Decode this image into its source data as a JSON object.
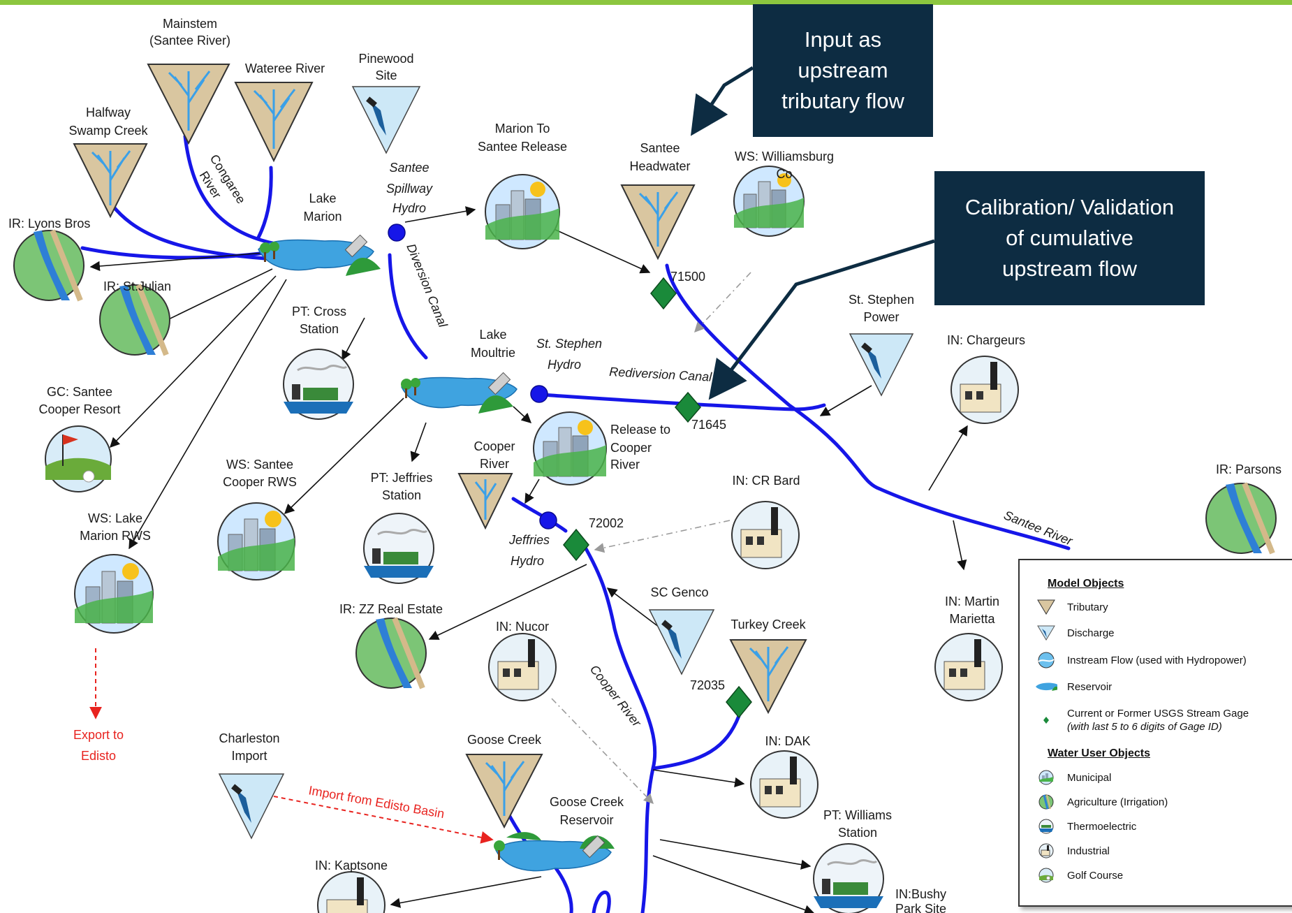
{
  "header": {
    "bar_color": "#8cc63f"
  },
  "callouts": {
    "input": {
      "line1": "Input as",
      "line2": "upstream",
      "line3": "tributary flow"
    },
    "calibration": {
      "line1": "Calibration/ Validation",
      "line2": "of cumulative",
      "line3": "upstream flow"
    }
  },
  "nodes": {
    "mainstem": {
      "line1": "Mainstem",
      "line2": "(Santee River)"
    },
    "wateree": {
      "label": "Wateree River"
    },
    "pinewood": {
      "line1": "Pinewood",
      "line2": "Site"
    },
    "halfway": {
      "line1": "Halfway",
      "line2": "Swamp Creek"
    },
    "lyons": {
      "label": "IR: Lyons Bros"
    },
    "stjulian": {
      "label": "IR: St.Julian"
    },
    "lake_marion": {
      "line1": "Lake",
      "line2": "Marion"
    },
    "spillway": {
      "line1": "Santee",
      "line2": "Spillway",
      "line3": "Hydro"
    },
    "marion_release": {
      "line1": "Marion To",
      "line2": "Santee Release"
    },
    "santee_headwater": {
      "line1": "Santee",
      "line2": "Headwater"
    },
    "ws_williamsburg": {
      "line1": "WS: Williamsburg",
      "line2": "Co"
    },
    "pt_cross": {
      "line1": "PT: Cross",
      "line2": "Station"
    },
    "gc_santee": {
      "line1": "GC: Santee",
      "line2": "Cooper Resort"
    },
    "lake_moultrie": {
      "line1": "Lake",
      "line2": "Moultrie"
    },
    "ststephen_hydro": {
      "line1": "St. Stephen",
      "line2": "Hydro"
    },
    "ststephen_power": {
      "line1": "St. Stephen",
      "line2": "Power"
    },
    "in_chargeurs": {
      "label": "IN: Chargeurs"
    },
    "release_cooper": {
      "line1": "Release to",
      "line2": "Cooper",
      "line3": "River"
    },
    "ws_santee_cooper": {
      "line1": "WS: Santee",
      "line2": "Cooper RWS"
    },
    "pt_jeffries": {
      "line1": "PT: Jeffries",
      "line2": "Station"
    },
    "cooper_river": {
      "line1": "Cooper",
      "line2": "River"
    },
    "jeffries_hydro": {
      "line1": "Jeffries",
      "line2": "Hydro"
    },
    "in_crbard": {
      "label": "IN: CR Bard"
    },
    "ir_parsons": {
      "label": "IR: Parsons"
    },
    "ws_lake_marion": {
      "line1": "WS: Lake",
      "line2": "Marion RWS"
    },
    "ir_zz": {
      "label": "IR: ZZ Real Estate"
    },
    "sc_genco": {
      "label": "SC Genco"
    },
    "turkey_creek": {
      "label": "Turkey Creek"
    },
    "in_nucor": {
      "label": "IN: Nucor"
    },
    "in_martin": {
      "line1": "IN: Martin",
      "line2": "Marietta"
    },
    "export_edisto": {
      "line1": "Export to",
      "line2": "Edisto"
    },
    "charleston_import": {
      "line1": "Charleston",
      "line2": "Import"
    },
    "goose_creek": {
      "label": "Goose Creek"
    },
    "goose_reservoir": {
      "line1": "Goose Creek",
      "line2": "Reservoir"
    },
    "in_dak": {
      "label": "IN: DAK"
    },
    "pt_williams": {
      "line1": "PT: Williams",
      "line2": "Station"
    },
    "in_kaptsone": {
      "label": "IN: Kaptsone"
    },
    "in_bushy": {
      "line1": "IN:Bushy",
      "line2": "Park Site"
    }
  },
  "channels": {
    "congaree": {
      "line1": "Congaree",
      "line2": "River"
    },
    "diversion": {
      "label": "Diversion Canal"
    },
    "rediversion": {
      "label": "Rediversion Canal"
    },
    "santee_river": {
      "label": "Santee River"
    },
    "cooper_river": {
      "label": "Cooper River"
    },
    "import_edisto": {
      "label": "Import from Edisto Basin"
    }
  },
  "gages": {
    "g71500": "71500",
    "g71645": "71645",
    "g72002": "72002",
    "g72035": "72035"
  },
  "legend": {
    "model_header": "Model Objects",
    "tributary": "Tributary",
    "discharge": "Discharge",
    "instream": "Instream Flow (used with Hydropower)",
    "reservoir": "Reservoir",
    "gage_line1": "Current or Former USGS Stream Gage",
    "gage_line2": "(with last 5 to 6 digits of Gage ID)",
    "user_header": "Water User Objects",
    "municipal": "Municipal",
    "agriculture": "Agriculture (Irrigation)",
    "thermo": "Thermoelectric",
    "industrial": "Industrial",
    "golf": "Golf Course"
  },
  "colors": {
    "river": "#1616e8",
    "callout_bg": "#0d2c42",
    "gage": "#1a8a3a",
    "tributary_fill": "#d9c6a0",
    "discharge_fill": "#cde8f7",
    "export_red": "#e8231f"
  }
}
